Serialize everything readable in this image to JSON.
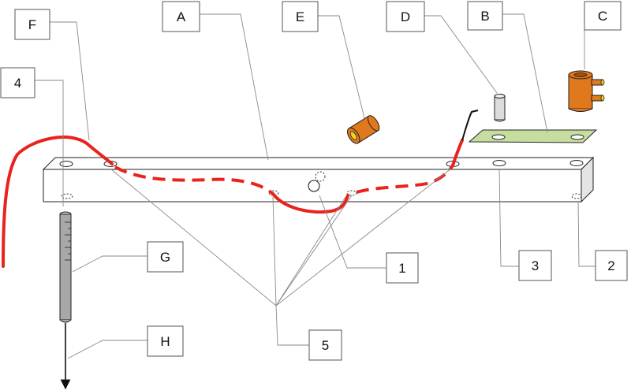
{
  "labels": {
    "A": "A",
    "B": "B",
    "C": "C",
    "D": "D",
    "E": "E",
    "F": "F",
    "G": "G",
    "H": "H",
    "n1": "1",
    "n2": "2",
    "n3": "3",
    "n4": "4",
    "n5": "5"
  },
  "colors": {
    "wire": "#e8231e",
    "wire_lead": "#111111",
    "plate": "#c5dea0",
    "copper": "#e0781e",
    "copper_dark": "#a24f08",
    "bar_face": "#ffffff",
    "bar_side": "#e4e4e4",
    "pin": "#dcdcdc",
    "probe": "#a8a8a8",
    "leader_line": "#8a8a8a"
  }
}
